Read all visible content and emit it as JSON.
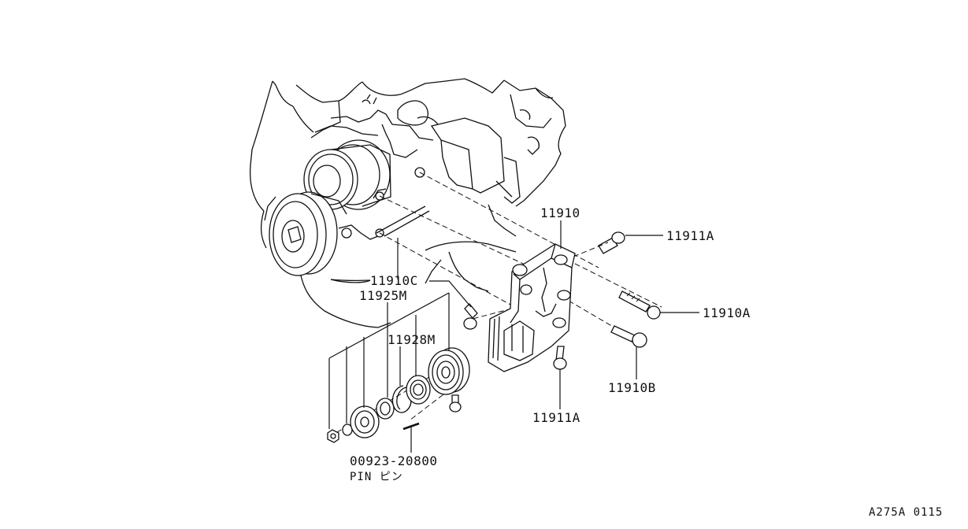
{
  "diagram": {
    "parts": {
      "bracket": "11910",
      "bracket_bolt_a": "11910A",
      "bracket_bolt_b": "11910B",
      "bracket_bolt_c": "11910C",
      "bracket_bolt_upper": "11911A",
      "bracket_bolt_lower": "11911A",
      "pulley_part_m1": "11925M",
      "pulley_part_m2": "11928M",
      "pin_number": "00923-20800",
      "pin_label": "PIN ピン"
    },
    "reference_code": "A275A 0115"
  }
}
